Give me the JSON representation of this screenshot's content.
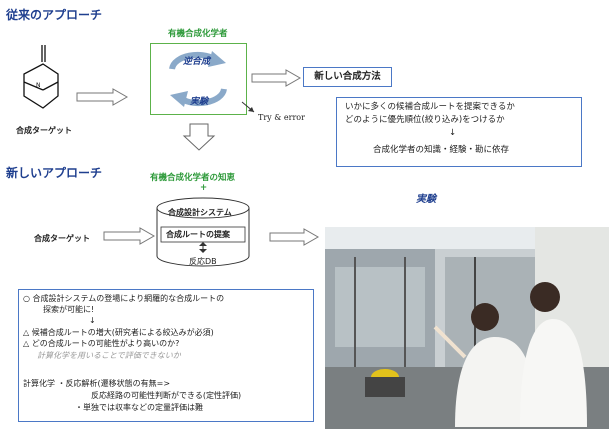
{
  "headings": {
    "traditional": "従来のアプローチ",
    "new": "新しいアプローチ"
  },
  "traditional": {
    "chemist_label": "有機合成化学者",
    "target_label": "合成ターゲット",
    "retrosynthesis": "逆合成",
    "experiment": "実験",
    "trial_error": "Try & error",
    "new_method": "新しい合成方法"
  },
  "issues_box": {
    "line1": "いかに多くの候補合成ルートを提案できるか",
    "line2": "どのように優先順位(絞り込み)をつけるか",
    "arrow": "↓",
    "line3": "合成化学者の知識・経験・勘に依存"
  },
  "new_approach": {
    "knowledge_label": "有機合成化学者の知恵",
    "plus": "+",
    "target_label": "合成ターゲット",
    "system_label": "合成設計システム",
    "route_label": "合成ルートの提案",
    "db_label": "反応DB",
    "experiment_label": "実験"
  },
  "notes_box": {
    "line1": "○ 合成設計システムの登場により網羅的な合成ルートの",
    "line2": "探索が可能に!",
    "arrow": "↓",
    "line3": "△ 候補合成ルートの増大(研究者による絞込みが必須)",
    "line4": "△ どの合成ルートの可能性がより高いのか?",
    "line5": "計算化学を用いることで評価できないか",
    "line6": "計算化学 ・反応解析(遷移状態の有無=>",
    "line7": "反応経路の可能性判断ができる(定性評価)",
    "line8": "・単独では収率などの定量評価は難"
  },
  "colors": {
    "heading": "#1f3f8f",
    "green": "#2e9a3a",
    "box_border": "#4b78c6"
  }
}
